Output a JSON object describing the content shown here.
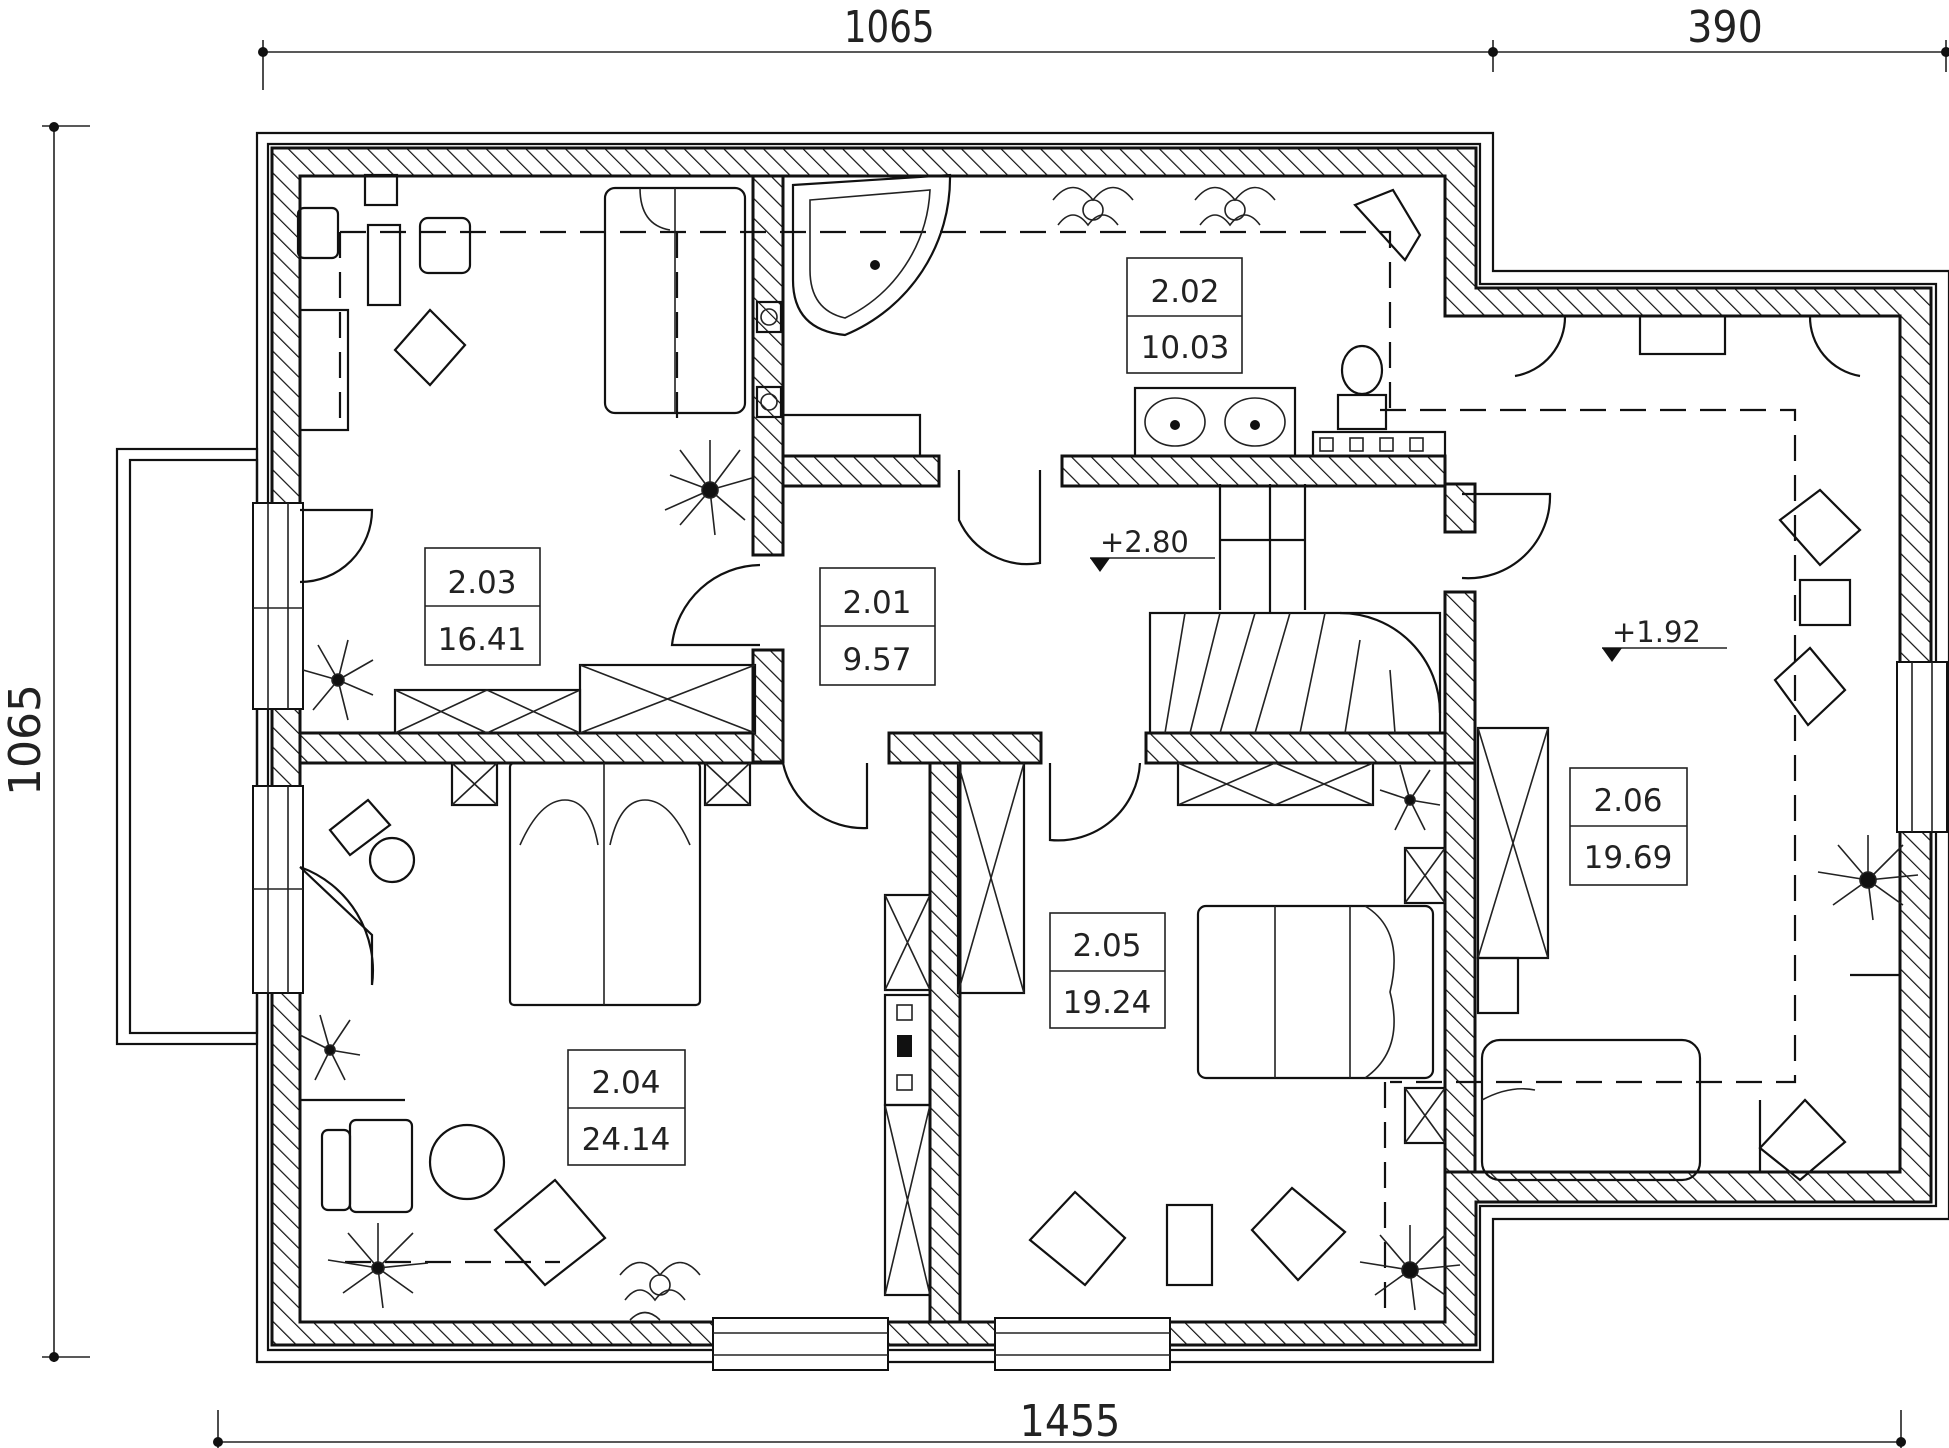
{
  "dimensions": {
    "top_left": "1065",
    "top_right": "390",
    "bottom": "1455",
    "left": "1065"
  },
  "levels": [
    {
      "id": "hall-level",
      "text": "+2.80"
    },
    {
      "id": "east-level",
      "text": "+1.92"
    }
  ],
  "rooms": [
    {
      "id": "room-2-01",
      "number": "2.01",
      "area": "9.57"
    },
    {
      "id": "room-2-02",
      "number": "2.02",
      "area": "10.03"
    },
    {
      "id": "room-2-03",
      "number": "2.03",
      "area": "16.41"
    },
    {
      "id": "room-2-04",
      "number": "2.04",
      "area": "24.14"
    },
    {
      "id": "room-2-05",
      "number": "2.05",
      "area": "19.24"
    },
    {
      "id": "room-2-06",
      "number": "2.06",
      "area": "19.69"
    }
  ],
  "colors": {
    "line": "#111111",
    "paper": "#ffffff"
  }
}
